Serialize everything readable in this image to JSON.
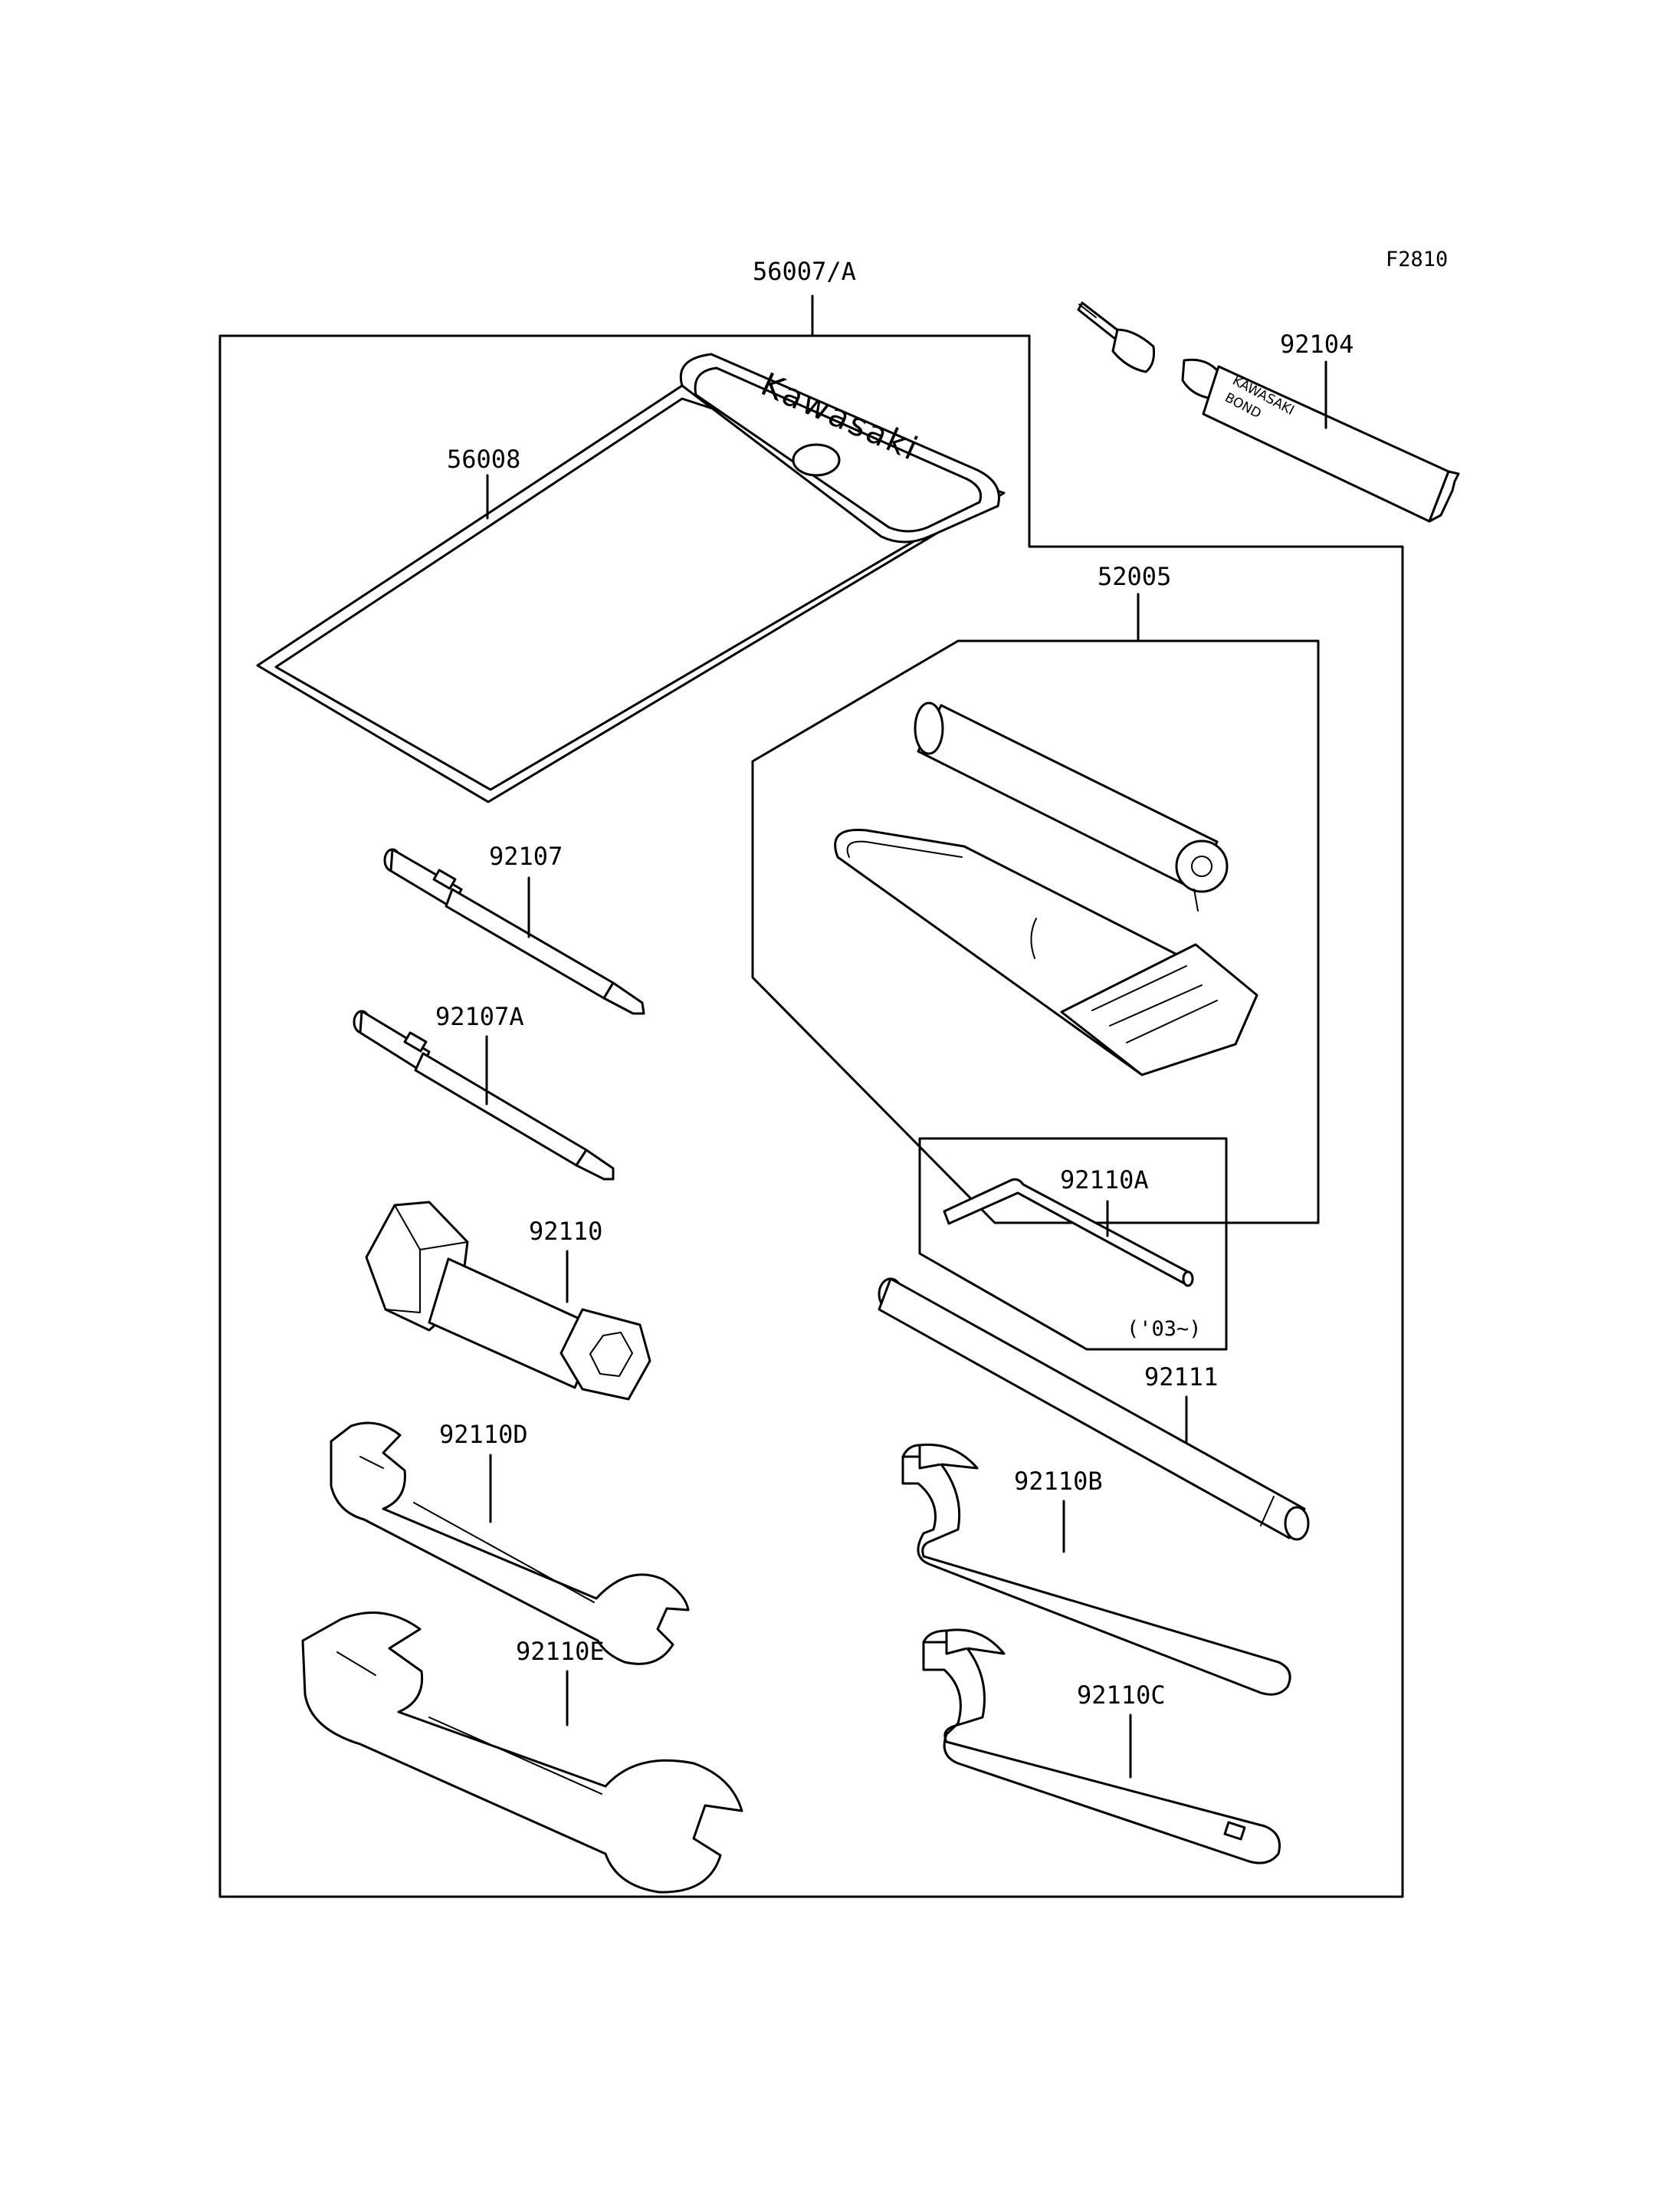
{
  "diagram_id": "F2810",
  "brand_text": "Kawasaki",
  "tube_text": {
    "line1": "KAWASAKI",
    "line2": "BOND"
  },
  "parts": {
    "kit": "56007/A",
    "pouch": "56008",
    "bond": "92104",
    "tool_bag": "52005",
    "screwdriver": "92107",
    "screwdriver_a": "92107A",
    "plug_wrench": "92110",
    "hex_key": "92110A",
    "hex_key_note": "('03~)",
    "handle_bar": "92111",
    "wrench_d": "92110D",
    "hook_wrench_b": "92110B",
    "wrench_e": "92110E",
    "hook_wrench_c": "92110C"
  }
}
